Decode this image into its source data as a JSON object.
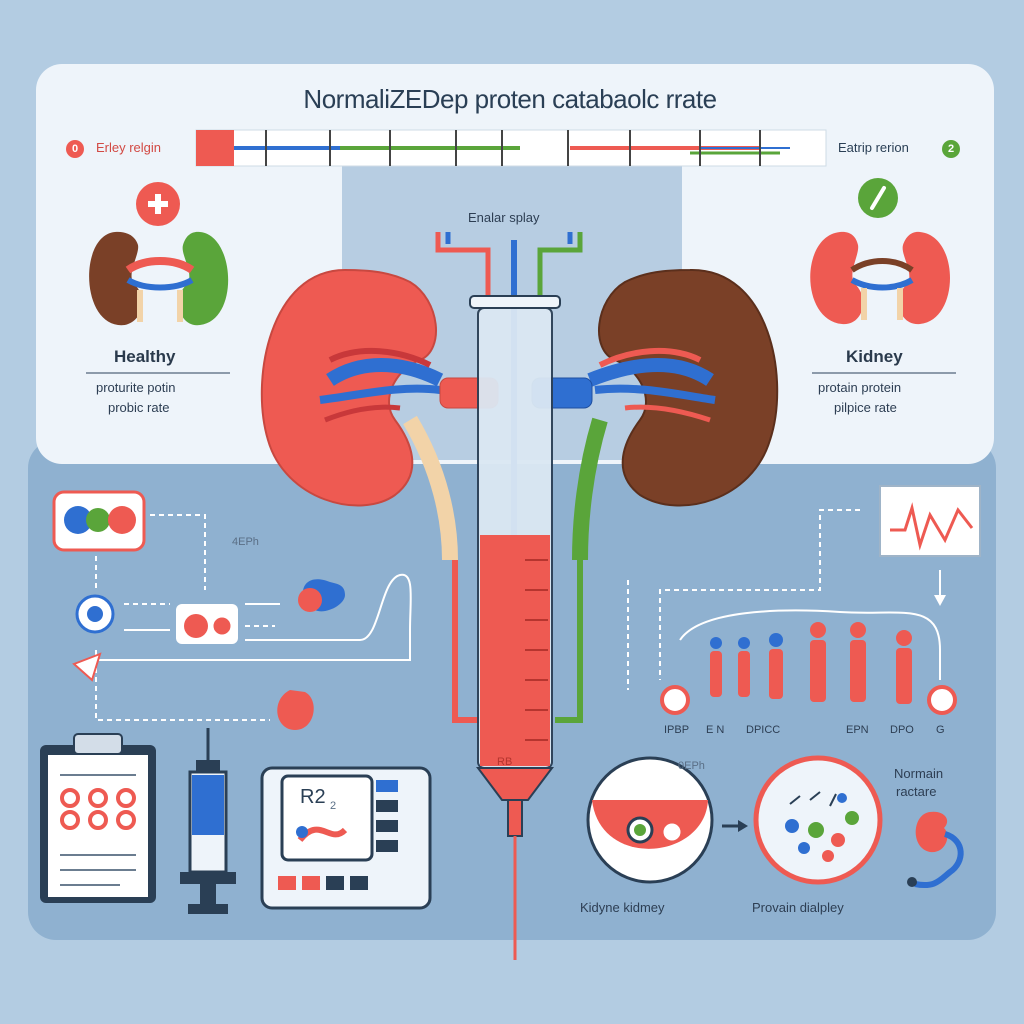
{
  "title": "NormaliZEDep proten catabaolc rrate",
  "bar": {
    "left_label": "Erley relgin",
    "left_badge": "0",
    "right_label": "Eatrip rerion",
    "right_badge": "2"
  },
  "center_label": "Enalar splay",
  "left_card": {
    "heading": "Healthy",
    "line1": "proturite potin",
    "line2": "probic rate"
  },
  "right_card": {
    "heading": "Kidney",
    "line1": "protain protein",
    "line2": "pilpice rate"
  },
  "flow_left_label": "4EPh",
  "flow_right_label": "0EPh",
  "monitor_label": "R2",
  "monitor_sub": "2",
  "syringe_tick": "RB",
  "people_labels": [
    "IPBP",
    "E N",
    "DPICC",
    "EPN",
    "DPO",
    "G"
  ],
  "normal_label_1": "Normain",
  "normal_label_2": "ractare",
  "bottom_left_label": "Kidyne kidmey",
  "bottom_right_label": "Provain dialpley",
  "colors": {
    "red": "#ee5a52",
    "green": "#5aa53a",
    "blue": "#2f6fd1",
    "brown": "#7a4027",
    "navy": "#2a3f55"
  }
}
